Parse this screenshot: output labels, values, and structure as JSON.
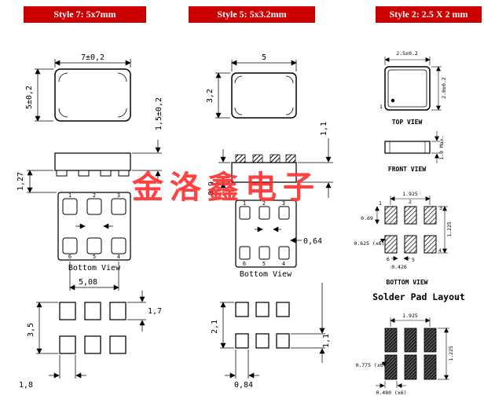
{
  "watermark": "金洛鑫电子",
  "colors": {
    "header_bg": "#cc0000",
    "header_text": "#ffffff",
    "watermark": "#ff2d2d"
  },
  "headers": {
    "style7": "Style 7: 5x7mm",
    "style5": "Style 5: 5x3.2mm",
    "style2": "Style 2: 2.5 X 2 mm"
  },
  "style7": {
    "dim_width": "7±0,2",
    "dim_height": "5±0,2",
    "dim_thickness": "1,5±0,2",
    "dim_pad": "1,27",
    "pins": [
      "1",
      "2",
      "3",
      "4",
      "5",
      "6"
    ],
    "bottom_view_label": "Bottom View",
    "dim_pad_span": "5,08",
    "solder": {
      "dim_v": "3,5",
      "dim_h": "1,7",
      "dim_w": "1,8"
    }
  },
  "style5": {
    "dim_width": "5",
    "dim_height": "3,2",
    "dim_thickness": "1,1",
    "dim_side": "0,9",
    "dim_pad_w": "0,64",
    "pins": [
      "1",
      "2",
      "3",
      "4",
      "5",
      "6"
    ],
    "bottom_view_label": "Bottom View",
    "solder": {
      "dim_v": "2,1",
      "dim_h": "1,1",
      "dim_w": "0,84"
    }
  },
  "style2": {
    "dim_width": "2.5±0.2",
    "dim_height": "2.0±0.2",
    "pin1": "1",
    "top_view_label": "TOP VIEW",
    "front_height": "1.0 Max.",
    "front_view_label": "FRONT VIEW",
    "bottom": {
      "dim_pitch": "1.925",
      "dim_offset": "0.69",
      "dim_height": "1.225",
      "dim_pad": "0.625 (x6)",
      "dim_gap": "0.426",
      "pins": [
        "1",
        "2",
        "3",
        "4",
        "5",
        "6"
      ],
      "label": "BOTTOM VIEW"
    },
    "solder_title": "Solder Pad Layout",
    "solder": {
      "dim_pitch": "1.925",
      "dim_height": "1.225",
      "dim_pad_h": "0.775 (x6)",
      "dim_pad_w": "0.480 (x6)"
    }
  }
}
